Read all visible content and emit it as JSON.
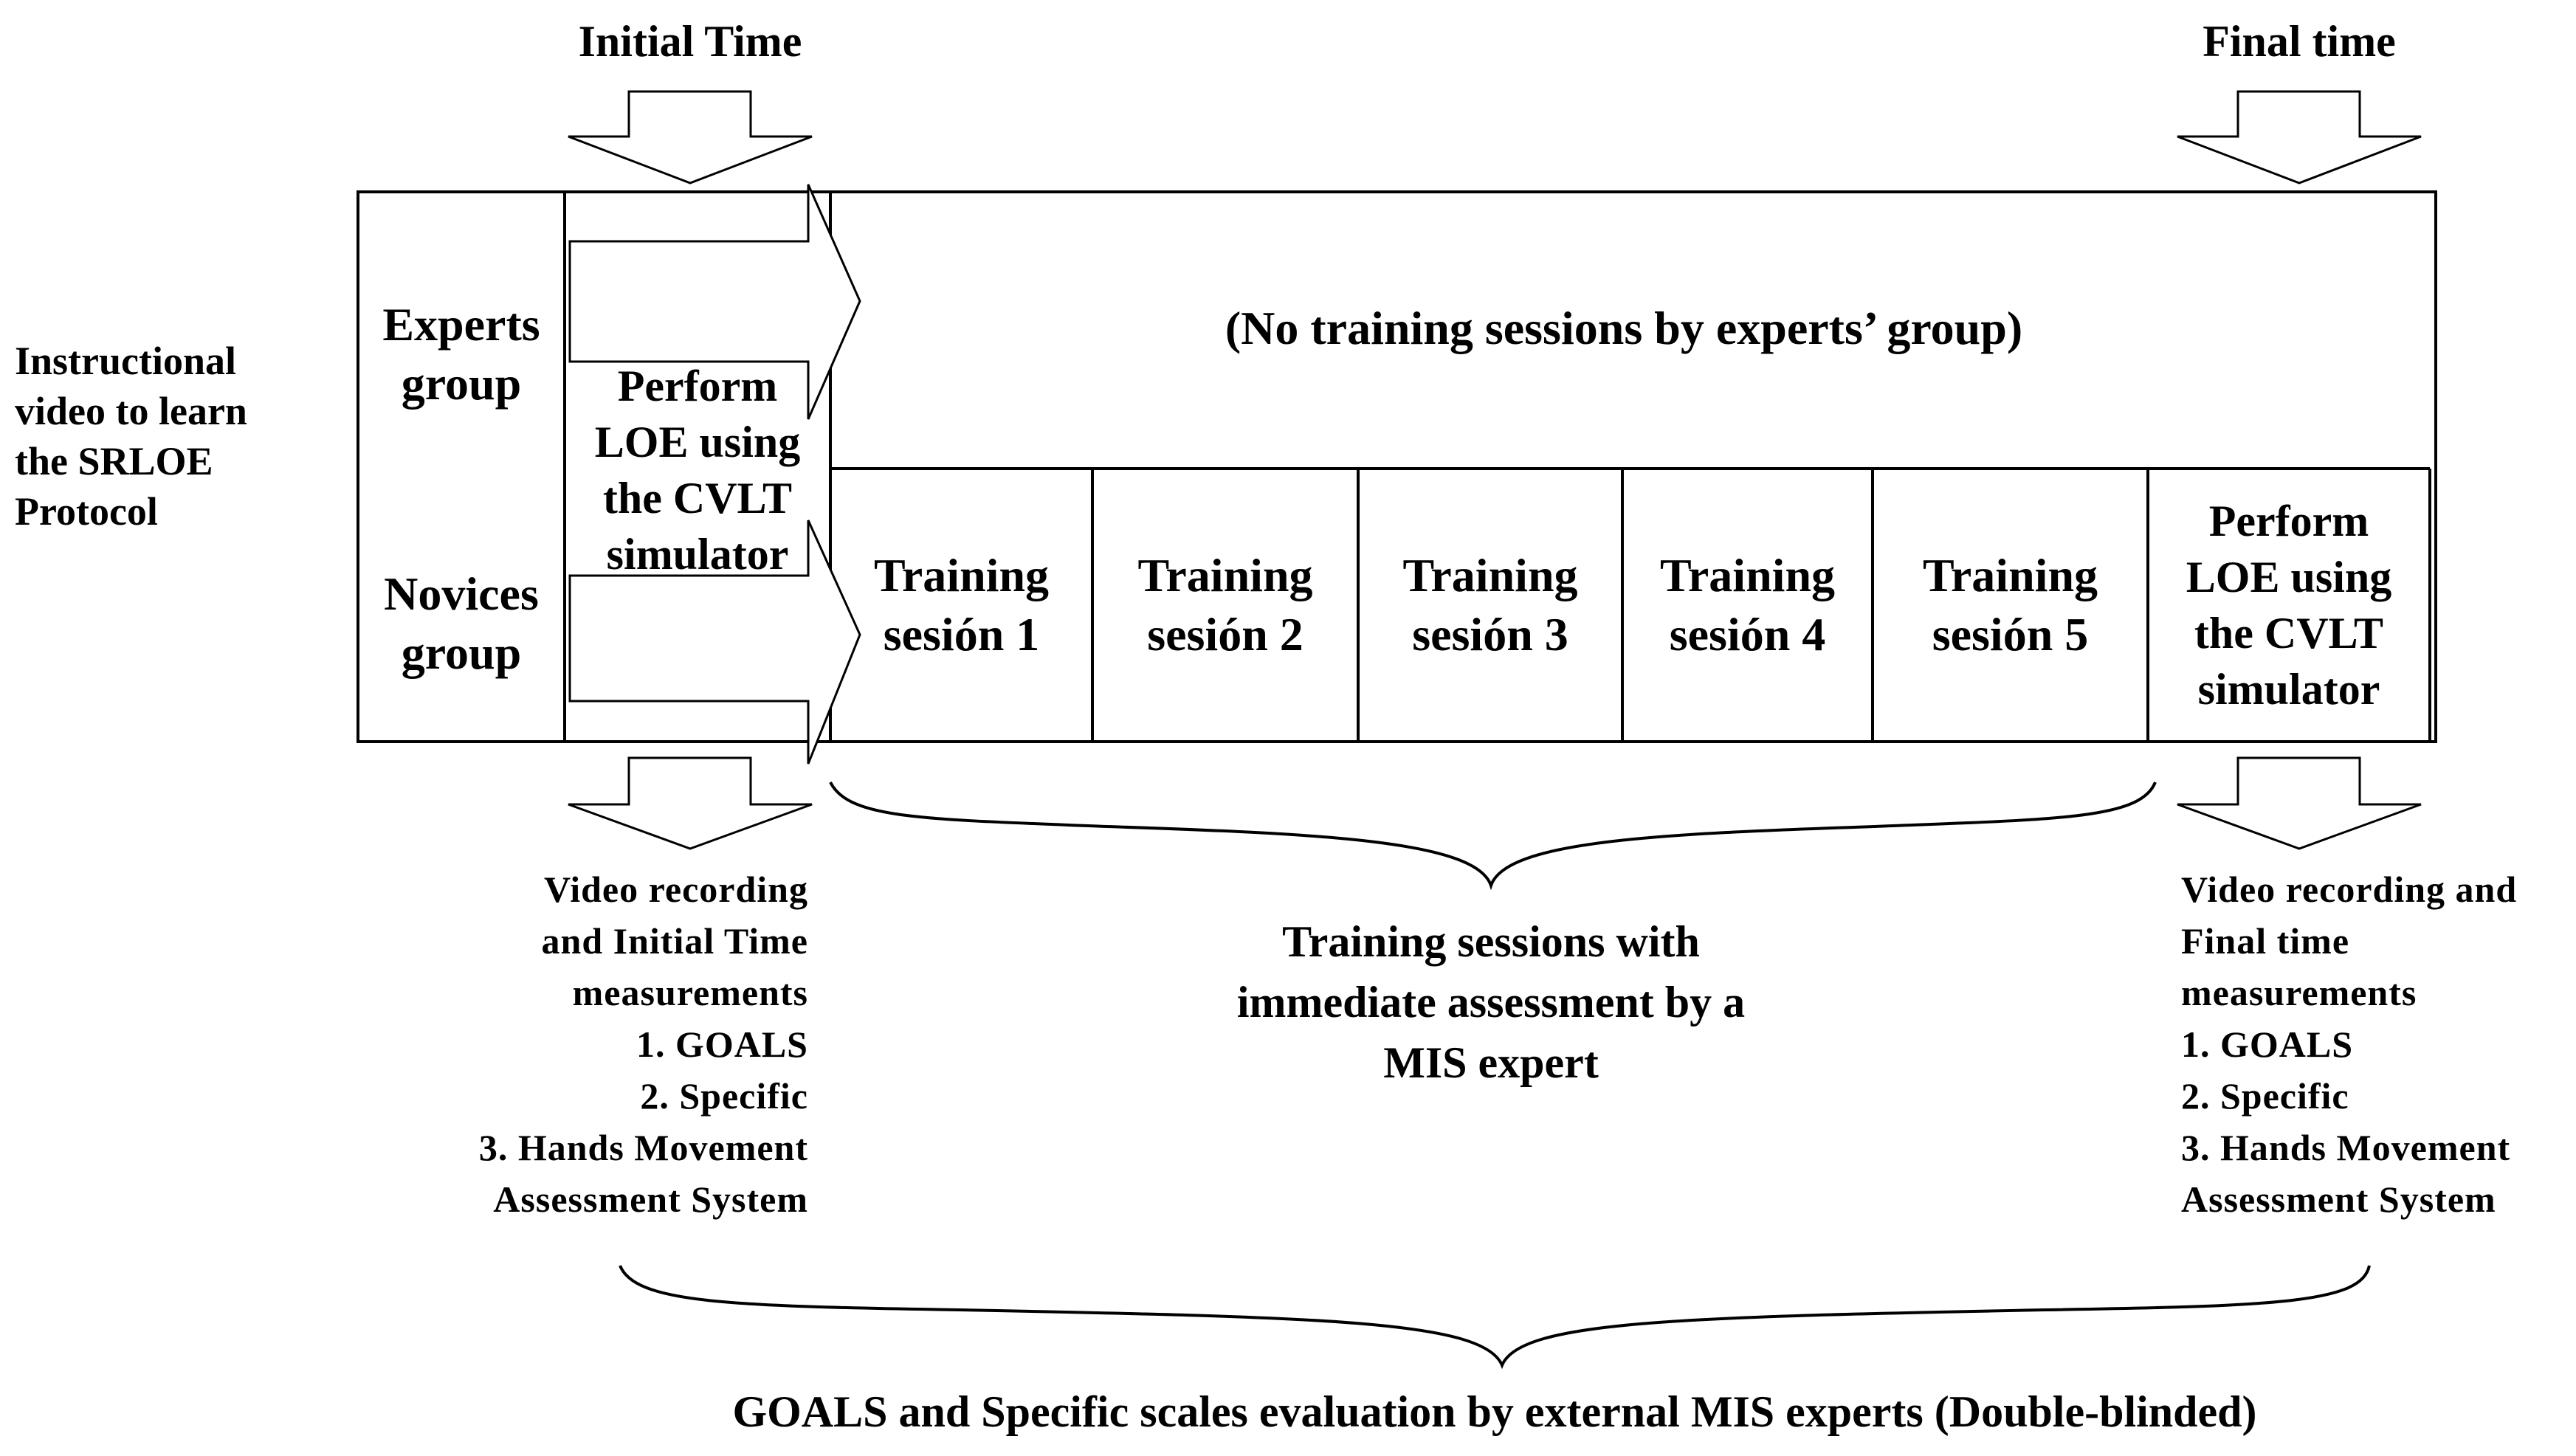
{
  "header": {
    "initial_time": "Initial Time",
    "final_time": "Final time"
  },
  "left_note": "Instructional\nvideo to learn\nthe SRLOE\nProtocol",
  "groups": {
    "experts": "Experts\ngroup",
    "novices": "Novices\ngroup"
  },
  "initial_task": "Perform\nLOE using\nthe CVLT\nsimulator",
  "experts_row_note": "(No training sessions by experts’ group)",
  "sessions": [
    "Training\nsesión 1",
    "Training\nsesión 2",
    "Training\nsesión 3",
    "Training\nsesión 4",
    "Training\nsesión 5"
  ],
  "final_task": "Perform\nLOE using\nthe CVLT\nsimulator",
  "initial_measurements": "Video recording\nand Initial Time\nmeasurements\n1. GOALS\n2. Specific\n3. Hands Movement\nAssessment System",
  "final_measurements": "Video recording and\nFinal time\nmeasurements\n1. GOALS\n2. Specific\n3. Hands Movement\nAssessment System",
  "training_brace_label": "Training sessions with\nimmediate assessment by a\nMIS expert",
  "bottom_caption": "GOALS and Specific scales evaluation by external MIS experts (Double-blinded)",
  "colors": {
    "line": "#000000",
    "background": "#ffffff"
  }
}
